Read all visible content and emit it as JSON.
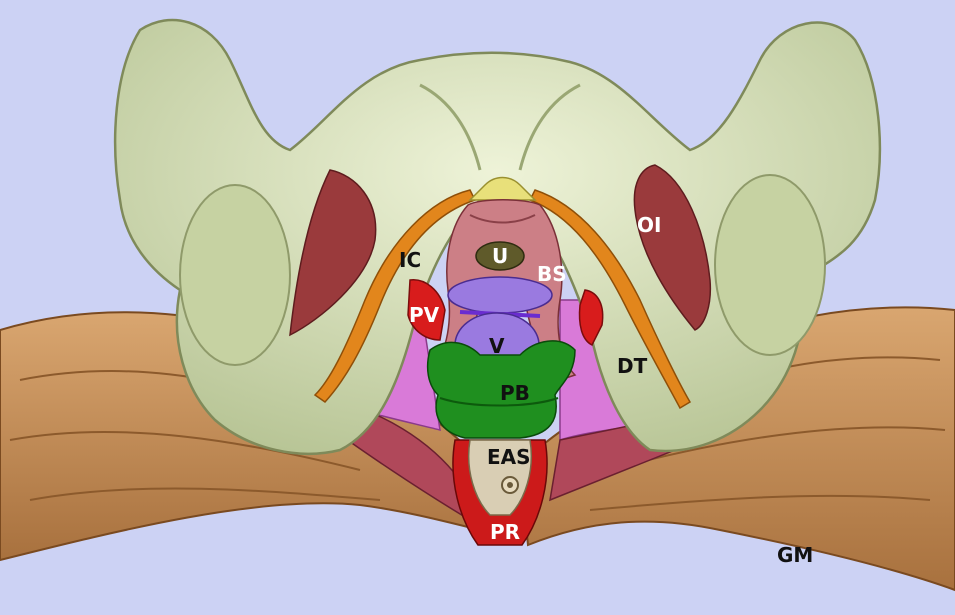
{
  "colors": {
    "background": "#ccd2f4",
    "bone": "#d6e2b4",
    "gluteus": "#c48a55",
    "obturator": "#9a3a3c",
    "iliococcygeus": "#e2861c",
    "pubovisceral": "#d81c1c",
    "bulbospongiosus": "#cc7f86",
    "deep_transverse": "#d97ad8",
    "perineal_body": "#1f8f1f",
    "vagina": "#9a7ae0",
    "urethra": "#5f5a2a",
    "external_anal_sphincter": "#d9ceb4",
    "puborectalis": "#cc1a1a"
  },
  "labels": {
    "ic": "IC",
    "pv": "PV",
    "u": "U",
    "bs": "BS",
    "oi": "OI",
    "v": "V",
    "dt": "DT",
    "pb": "PB",
    "eas": "EAS",
    "pr": "PR",
    "gm": "GM"
  }
}
